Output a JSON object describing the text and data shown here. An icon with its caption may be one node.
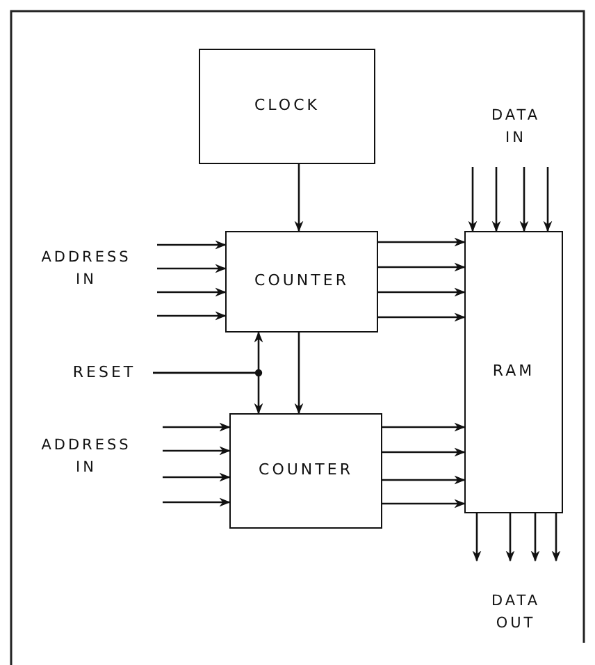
{
  "diagram": {
    "nodes": [
      {
        "text": [
          "CLOCK"
        ]
      },
      {
        "text": [
          "COUNTER"
        ]
      },
      {
        "text": [
          "COUNTER"
        ]
      },
      {
        "text": [
          "RAM"
        ]
      },
      {
        "text": [
          "RESET"
        ]
      }
    ],
    "edges": [
      {
        "from": 0,
        "to": 1,
        "arrow": "to"
      },
      {
        "from": 4,
        "to": 1,
        "arrow": "to"
      },
      {
        "from": 4,
        "to": 2,
        "arrow": "to"
      },
      {
        "from": 1,
        "to": 2,
        "arrow": "to"
      },
      {
        "from": null,
        "to": 1,
        "arrow": "to"
      },
      {
        "from": null,
        "to": 1,
        "arrow": "to"
      },
      {
        "from": null,
        "to": 1,
        "arrow": "to"
      },
      {
        "from": null,
        "to": 1,
        "arrow": "to"
      },
      {
        "from": 1,
        "to": 3,
        "arrow": "to"
      },
      {
        "from": 1,
        "to": 3,
        "arrow": "to"
      },
      {
        "from": 1,
        "to": 3,
        "arrow": "to"
      },
      {
        "from": 1,
        "to": 3,
        "arrow": "to"
      },
      {
        "from": null,
        "to": 2,
        "arrow": "to"
      },
      {
        "from": null,
        "to": 2,
        "arrow": "to"
      },
      {
        "from": null,
        "to": 2,
        "arrow": "to"
      },
      {
        "from": null,
        "to": 2,
        "arrow": "to"
      },
      {
        "from": 2,
        "to": 3,
        "arrow": "to"
      },
      {
        "from": 2,
        "to": 3,
        "arrow": "to"
      },
      {
        "from": 2,
        "to": 3,
        "arrow": "to"
      },
      {
        "from": 2,
        "to": 3,
        "arrow": "to"
      },
      {
        "from": null,
        "to": 3,
        "arrow": "to"
      },
      {
        "from": null,
        "to": 3,
        "arrow": "to"
      },
      {
        "from": null,
        "to": 3,
        "arrow": "to"
      },
      {
        "from": null,
        "to": 3,
        "arrow": "to"
      },
      {
        "from": 3,
        "to": null,
        "arrow": "to"
      },
      {
        "from": 3,
        "to": null,
        "arrow": "to"
      },
      {
        "from": 3,
        "to": null,
        "arrow": "to"
      },
      {
        "from": 3,
        "to": null,
        "arrow": "to"
      }
    ],
    "labels": [
      "DATA IN",
      "ADDRESS IN",
      "ADDRESS IN",
      "DATA OUT"
    ]
  }
}
